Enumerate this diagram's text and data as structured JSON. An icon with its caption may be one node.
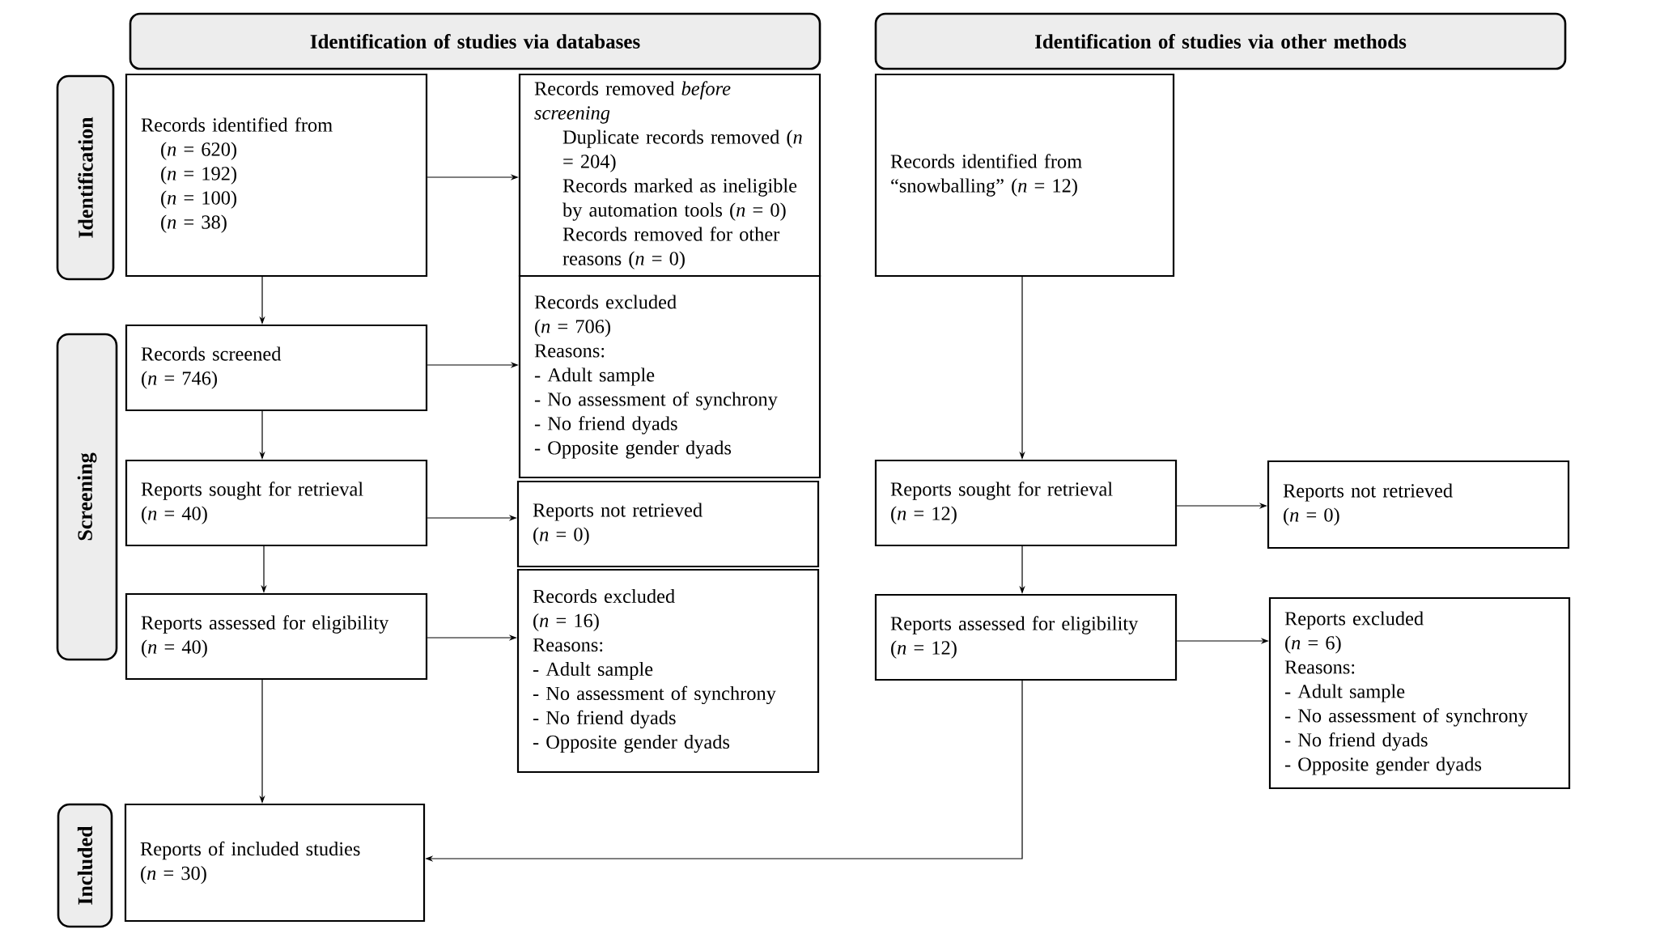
{
  "diagram": {
    "nodes": [
      {
        "text": [
          "Identification of studies via databases"
        ]
      },
      {
        "text": [
          "Identification of studies via other methods"
        ]
      },
      {
        "text": [
          "Identification"
        ]
      },
      {
        "text": [
          "Records identified from",
          "(*n* = 620)",
          "(*n* = 192)",
          "(*n* = 100)",
          "(*n* = 38)"
        ]
      },
      {
        "text": [
          "Records removed *before screening*",
          "Duplicate records removed (*n* = 204)",
          "Records marked as ineligible by automation tools (*n* = 0)",
          "Records removed for other reasons (*n* = 0)"
        ]
      },
      {
        "text": [
          "Records identified from “snowballing” (*n* = 12)"
        ]
      },
      {
        "text": [
          "Screening"
        ]
      },
      {
        "text": [
          "Records screened",
          "(*n* = 746)"
        ]
      },
      {
        "text": [
          "Records excluded",
          "(*n* = 706)",
          "Reasons:",
          "- Adult sample",
          "- No assessment of synchrony",
          "- No friend dyads",
          "- Opposite gender dyads"
        ]
      },
      {
        "text": [
          "Reports sought for retrieval",
          "(*n* = 40)"
        ]
      },
      {
        "text": [
          "Reports not retrieved",
          "(*n* = 0)"
        ]
      },
      {
        "text": [
          "Reports sought for retrieval",
          "(*n* = 12)"
        ]
      },
      {
        "text": [
          "Reports not retrieved",
          "(*n* = 0)"
        ]
      },
      {
        "text": [
          "Reports assessed for eligibility",
          "(*n* = 40)"
        ]
      },
      {
        "text": [
          "Records excluded",
          "(*n* = 16)",
          "Reasons:",
          "- Adult sample",
          "- No assessment of synchrony",
          "- No friend dyads",
          "- Opposite gender dyads"
        ]
      },
      {
        "text": [
          "Reports assessed for eligibility",
          "(*n* = 12)"
        ]
      },
      {
        "text": [
          "Reports excluded",
          "(*n* = 6)",
          "Reasons:",
          "- Adult sample",
          "- No assessment of synchrony",
          "- No friend dyads",
          "- Opposite gender dyads"
        ]
      },
      {
        "text": [
          "Included"
        ]
      },
      {
        "text": [
          "Reports of included studies",
          "(*n* = 30)"
        ]
      }
    ],
    "edges": [
      {
        "from": 3,
        "to": 4,
        "arrow": "to"
      },
      {
        "from": 3,
        "to": 7,
        "arrow": "to"
      },
      {
        "from": 7,
        "to": 8,
        "arrow": "to"
      },
      {
        "from": 7,
        "to": 9,
        "arrow": "to"
      },
      {
        "from": 9,
        "to": 10,
        "arrow": "to"
      },
      {
        "from": 9,
        "to": 13,
        "arrow": "to"
      },
      {
        "from": 13,
        "to": 14,
        "arrow": "to"
      },
      {
        "from": 13,
        "to": 18,
        "arrow": "to"
      },
      {
        "from": 5,
        "to": 11,
        "arrow": "to"
      },
      {
        "from": 11,
        "to": 12,
        "arrow": "to"
      },
      {
        "from": 11,
        "to": 15,
        "arrow": "to"
      },
      {
        "from": 15,
        "to": 16,
        "arrow": "to"
      },
      {
        "from": 15,
        "to": 18,
        "arrow": "to"
      }
    ]
  }
}
